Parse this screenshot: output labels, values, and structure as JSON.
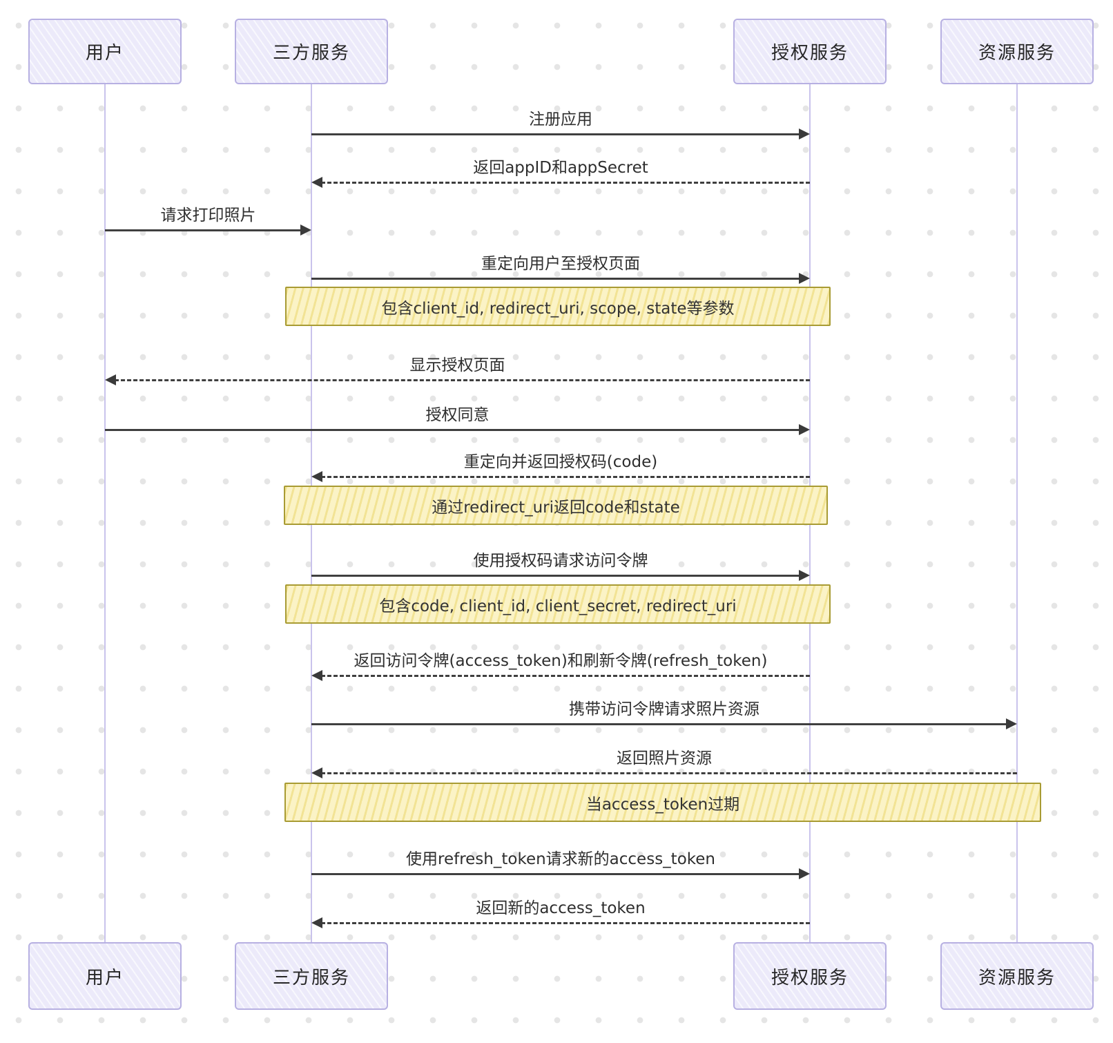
{
  "diagram_type": "sequence-diagram",
  "actors": [
    {
      "id": "user",
      "label": "用户"
    },
    {
      "id": "third-party-service",
      "label": "三方服务"
    },
    {
      "id": "auth-service",
      "label": "授权服务"
    },
    {
      "id": "resource-service",
      "label": "资源服务"
    }
  ],
  "messages": [
    {
      "label": "注册应用",
      "from": "三方服务",
      "to": "授权服务",
      "line": "solid"
    },
    {
      "label": "返回appID和appSecret",
      "from": "授权服务",
      "to": "三方服务",
      "line": "dashed"
    },
    {
      "label": "请求打印照片",
      "from": "用户",
      "to": "三方服务",
      "line": "solid"
    },
    {
      "label": "重定向用户至授权页面",
      "from": "三方服务",
      "to": "授权服务",
      "line": "solid"
    },
    {
      "label": "显示授权页面",
      "from": "授权服务",
      "to": "用户",
      "line": "dashed"
    },
    {
      "label": "授权同意",
      "from": "用户",
      "to": "授权服务",
      "line": "solid"
    },
    {
      "label": "重定向并返回授权码(code)",
      "from": "授权服务",
      "to": "三方服务",
      "line": "dashed"
    },
    {
      "label": "使用授权码请求访问令牌",
      "from": "三方服务",
      "to": "授权服务",
      "line": "solid"
    },
    {
      "label": "返回访问令牌(access_token)和刷新令牌(refresh_token)",
      "from": "授权服务",
      "to": "三方服务",
      "line": "dashed"
    },
    {
      "label": "携带访问令牌请求照片资源",
      "from": "三方服务",
      "to": "资源服务",
      "line": "solid"
    },
    {
      "label": "返回照片资源",
      "from": "资源服务",
      "to": "三方服务",
      "line": "dashed"
    },
    {
      "label": "使用refresh_token请求新的access_token",
      "from": "三方服务",
      "to": "授权服务",
      "line": "solid"
    },
    {
      "label": "返回新的access_token",
      "from": "授权服务",
      "to": "三方服务",
      "line": "dashed"
    }
  ],
  "notes": [
    {
      "text": "包含client_id, redirect_uri, scope, state等参数",
      "over": "三方服务,授权服务"
    },
    {
      "text": "通过redirect_uri返回code和state",
      "over": "三方服务,授权服务"
    },
    {
      "text": "包含code, client_id, client_secret, redirect_uri",
      "over": "三方服务,授权服务"
    },
    {
      "text": "当access_token过期",
      "over": "三方服务,资源服务"
    }
  ],
  "colors": {
    "background": "#FFFFFF",
    "dot_grid": "#E5E5E5",
    "actor_fill": "#ECEAFA",
    "actor_border": "#B7B0E2",
    "lifeline": "#C9C3EC",
    "arrow": "#3A3A3A",
    "note_fill": "#FBF3C6",
    "note_border": "#A89B33",
    "text": "#2E2E2E"
  }
}
